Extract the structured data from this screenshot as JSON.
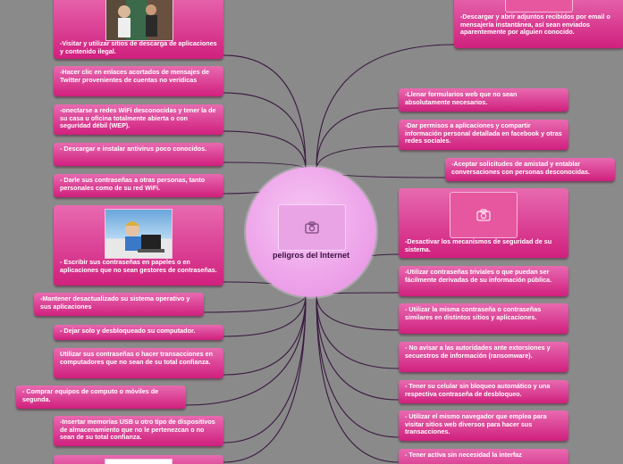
{
  "center": {
    "title": "peligros del Internet",
    "icon": "camera-icon"
  },
  "left_branches": [
    {
      "id": "l0",
      "text": "-Visitar y utilizar sitios de descarga de aplicaciones y contenido ilegal.",
      "image": "photo"
    },
    {
      "id": "l1",
      "text": "-Hacer clic en enlaces acortados de mensajes de Twitter provenientes de cuentas no verídicas"
    },
    {
      "id": "l2",
      "text": "-onectarse a redes WiFi desconocidas y tener la de su casa u oficina totalmente abierta o con seguridad débil (WEP)."
    },
    {
      "id": "l3",
      "text": "- Descargar e instalar antivirus poco conocidos."
    },
    {
      "id": "l4",
      "text": "- Darle sus contraseñas a otras personas, tanto personales como de su red WiFi."
    },
    {
      "id": "l5",
      "text": "- Escribir sus contraseñas en papeles o en aplicaciones que no sean gestores de contraseñas.",
      "image": "photo"
    },
    {
      "id": "l6",
      "text": "-Mantener desactualizado su sistema operativo y sus aplicaciones"
    },
    {
      "id": "l7",
      "text": "- Dejar solo y desbloqueado su computador."
    },
    {
      "id": "l8",
      "text": "Utilizar sus contraseñas o hacer transacciones en computadores que no sean de su total confianza."
    },
    {
      "id": "l9",
      "text": "- Comprar equipos de computo o móviles de segunda."
    },
    {
      "id": "l10",
      "text": "-Insertar memorias USB u otro tipo de dispositivos de almacenamiento que no le pertenezcan o no sean de su total confianza."
    },
    {
      "id": "l11",
      "text": ""
    }
  ],
  "right_branches": [
    {
      "id": "r0",
      "text": "-Descargar y abrir adjuntos recibidos por email o mensajería instantánea, así sean enviados aparentemente por alguien conocido.",
      "image": "placeholder"
    },
    {
      "id": "r1",
      "text": "-Llenar formularios web que no sean absolutamente necesarios."
    },
    {
      "id": "r2",
      "text": "-Dar permisos a aplicaciones y compartir información personal detallada en facebook y otras redes sociales."
    },
    {
      "id": "r3",
      "text": "-Aceptar solicitudes de amistad y entablar conversaciones con personas desconocidas."
    },
    {
      "id": "r4",
      "text": "-Desactivar los mecanismos de seguridad de su sistema.",
      "image": "placeholder"
    },
    {
      "id": "r5",
      "text": "-Utilizar contraseñas triviales o que puedan ser fácilmente derivadas de su información pública."
    },
    {
      "id": "r6",
      "text": "- Utilizar la misma contraseña o contraseñas similares en distintos sitios y aplicaciones."
    },
    {
      "id": "r7",
      "text": "- No avisar a las autoridades ante extorsiones y secuestros de información (ransomware)."
    },
    {
      "id": "r8",
      "text": "- Tener su celular sin bloqueo automático y una respectiva contraseña de desbloqueo."
    },
    {
      "id": "r9",
      "text": "- Utilizar el mismo navegador que emplea para visitar sitios web diversos para hacer sus transacciones."
    },
    {
      "id": "r10",
      "text": "- Tener activa sin necesidad la interfaz"
    }
  ],
  "colors": {
    "background": "#8a8a8a",
    "node": "#d0207e",
    "node_light": "#e86ab0",
    "center": "#eea6ea",
    "link": "#3a1a40"
  }
}
